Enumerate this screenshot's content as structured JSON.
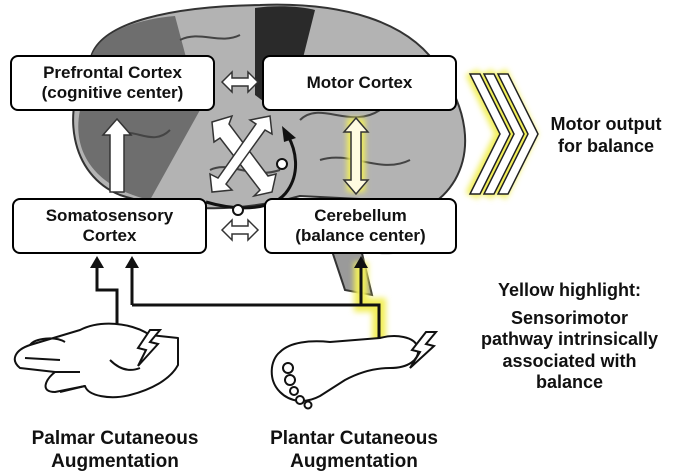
{
  "boxes": {
    "prefrontal": {
      "line1": "Prefrontal Cortex",
      "line2": "(cognitive center)"
    },
    "motor": {
      "line1": "Motor Cortex"
    },
    "somatosensory": {
      "line1": "Somatosensory",
      "line2": "Cortex"
    },
    "cerebellum": {
      "line1": "Cerebellum",
      "line2": "(balance center)"
    }
  },
  "motor_output": {
    "line1": "Motor output",
    "line2": "for balance"
  },
  "legend": {
    "heading": "Yellow highlight:",
    "line1": "Sensorimotor",
    "line2": "pathway intrinsically",
    "line3": "associated with",
    "line4": "balance"
  },
  "palmar": {
    "line1": "Palmar Cutaneous",
    "line2": "Augmentation"
  },
  "plantar": {
    "line1": "Plantar Cutaneous",
    "line2": "Augmentation"
  },
  "colors": {
    "highlight": "#f2ef5a",
    "brain_light": "#b3b3b3",
    "brain_dark": "#6e6e6e"
  }
}
